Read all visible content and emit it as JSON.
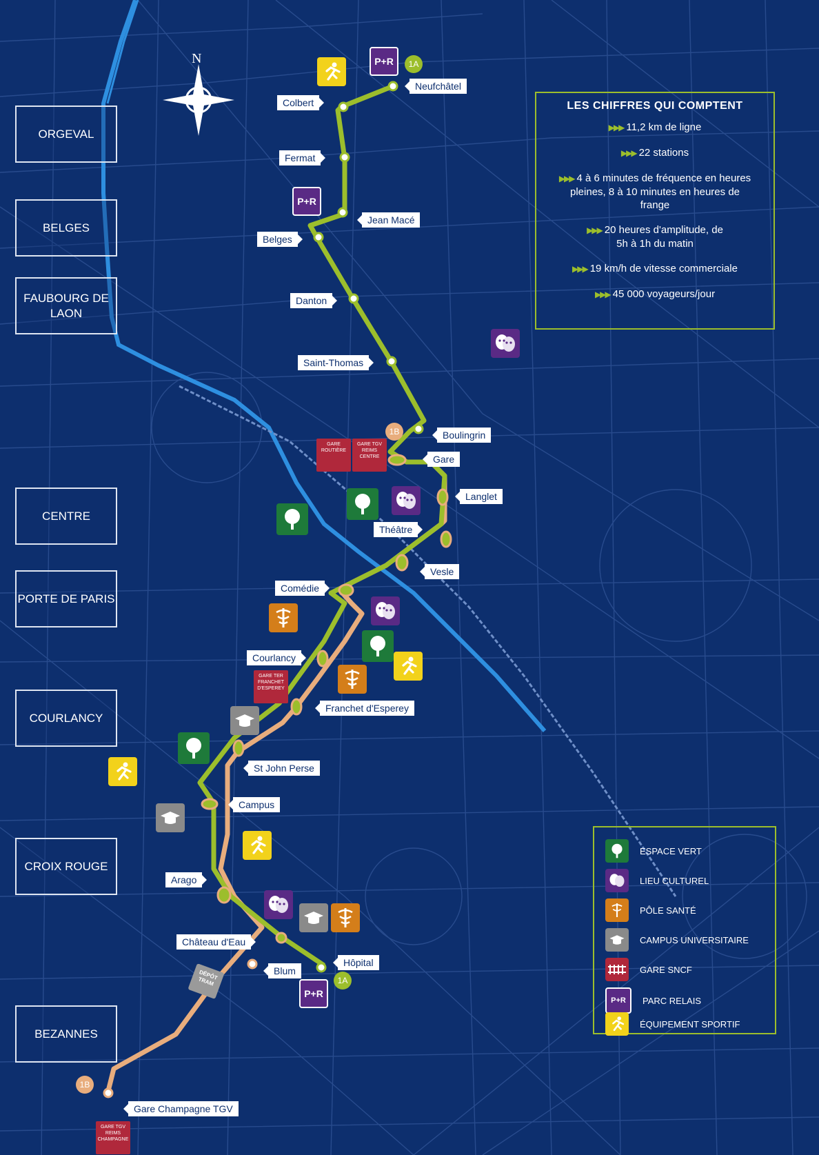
{
  "districts": [
    "ORGEVAL",
    "BELGES",
    "FAUBOURG DE LAON",
    "CENTRE",
    "PORTE DE PARIS",
    "COURLANCY",
    "CROIX ROUGE",
    "BEZANNES"
  ],
  "compass": {
    "north": "N"
  },
  "line_badges": {
    "a": "1A",
    "b": "1B"
  },
  "stations": {
    "neufchatel": "Neufchâtel",
    "colbert": "Colbert",
    "fermat": "Fermat",
    "jean_mace": "Jean Macé",
    "belges": "Belges",
    "danton": "Danton",
    "saint_thomas": "Saint-Thomas",
    "boulingrin": "Boulingrin",
    "gare": "Gare",
    "langlet": "Langlet",
    "theatre": "Théâtre",
    "vesle": "Vesle",
    "comedie": "Comédie",
    "courlancy": "Courlancy",
    "franchet": "Franchet d'Esperey",
    "st_john_perse": "St John Perse",
    "campus": "Campus",
    "arago": "Arago",
    "chateau_eau": "Château d'Eau",
    "hopital": "Hôpital",
    "blum": "Blum",
    "gare_champagne": "Gare Champagne TGV"
  },
  "stats": {
    "title": "LES CHIFFRES QUI COMPTENT",
    "items": [
      "11,2 km de ligne",
      "22 stations",
      "4 à 6 minutes de fréquence en heures pleines, 8 à 10 minutes en heures de frange",
      "20 heures d'amplitude, de 5h à 1h du matin",
      "19 km/h de vitesse commerciale",
      "45 000 voyageurs/jour"
    ]
  },
  "legend": [
    {
      "icon": "tree-icon",
      "label": "ESPACE VERT",
      "color": "#1e7a3a"
    },
    {
      "icon": "theatre-masks-icon",
      "label": "LIEU CULTUREL",
      "color": "#5a2a85"
    },
    {
      "icon": "caduceus-icon",
      "label": "PÔLE SANTÉ",
      "color": "#d47e1a"
    },
    {
      "icon": "graduation-cap-icon",
      "label": "CAMPUS UNIVERSITAIRE",
      "color": "#8a8a8a"
    },
    {
      "icon": "rail-icon",
      "label": "GARE SNCF",
      "color": "#b0283b"
    },
    {
      "icon": "park-and-ride-icon",
      "label": "PARC RELAIS",
      "color": "#5a2a85"
    },
    {
      "icon": "runner-icon",
      "label": "ÉQUIPEMENT SPORTIF",
      "color": "#f2d21b"
    }
  ],
  "pr_label": "P+R",
  "gare_labels": {
    "routiere": "GARE ROUTIÈRE",
    "tgv_centre": "GARE TGV REIMS CENTRE",
    "ter_franchet": "GARE TER FRANCHET D'ESPEREY",
    "tgv_champagne": "GARE TGV REIMS CHAMPAGNE"
  },
  "depot": "DÉPÔT TRAM",
  "colors": {
    "background": "#0d2f6e",
    "line_1a": "#9cbe2c",
    "line_1b": "#e8ad7d",
    "river": "#2e8fe0"
  }
}
